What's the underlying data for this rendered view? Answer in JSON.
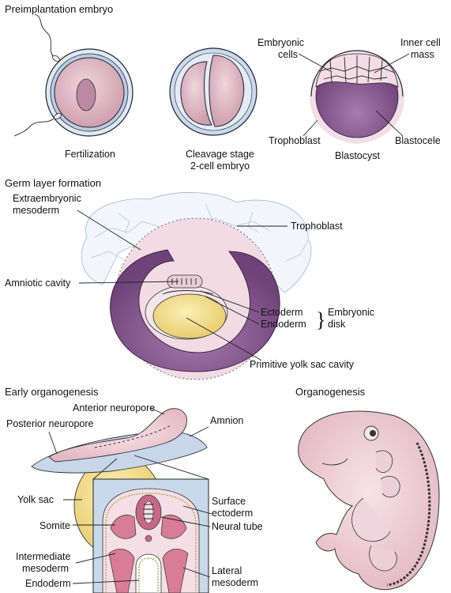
{
  "sections": {
    "preimplantation": "Preimplantation embryo",
    "germ_layer": "Germ layer formation",
    "early_organogenesis": "Early organogenesis",
    "organogenesis": "Organogenesis"
  },
  "labels": {
    "fertilization": "Fertilization",
    "cleavage_line1": "Cleavage stage",
    "cleavage_line2": "2-cell embryo",
    "embryonic_cells_line1": "Embryonic",
    "embryonic_cells_line2": "cells",
    "inner_cell_mass_line1": "Inner cell",
    "inner_cell_mass_line2": "mass",
    "trophoblast": "Trophoblast",
    "blastocyst": "Blastocyst",
    "blastocele": "Blastocele",
    "extraembryonic_line1": "Extraembryonic",
    "extraembryonic_line2": "mesoderm",
    "trophoblast_2": "Trophoblast",
    "amniotic_cavity": "Amniotic cavity",
    "ectoderm": "Ectoderm",
    "endoderm": "Endoderm",
    "embryonic_disk_line1": "Embryonic",
    "embryonic_disk_line2": "disk",
    "primitive_yolk_sac": "Primitive yolk sac cavity",
    "anterior_neuropore": "Anterior neuropore",
    "posterior_neuropore": "Posterior neuropore",
    "amnion": "Amnion",
    "yolk_sac": "Yolk sac",
    "somite": "Somite",
    "intermediate_line1": "Intermediate",
    "intermediate_line2": "mesoderm",
    "endoderm_2": "Endoderm",
    "surface_ectoderm_line1": "Surface",
    "surface_ectoderm_line2": "ectoderm",
    "neural_tube": "Neural tube",
    "lateral_line1": "Lateral",
    "lateral_line2": "mesoderm"
  },
  "colors": {
    "pink": "#e8c5cf",
    "purple": "#9b6aa0",
    "light_purple": "#c7a6c9",
    "yellow": "#f3df8e",
    "blue_zona": "#c9d9ea",
    "cell_pink": "#d9a9b8"
  }
}
